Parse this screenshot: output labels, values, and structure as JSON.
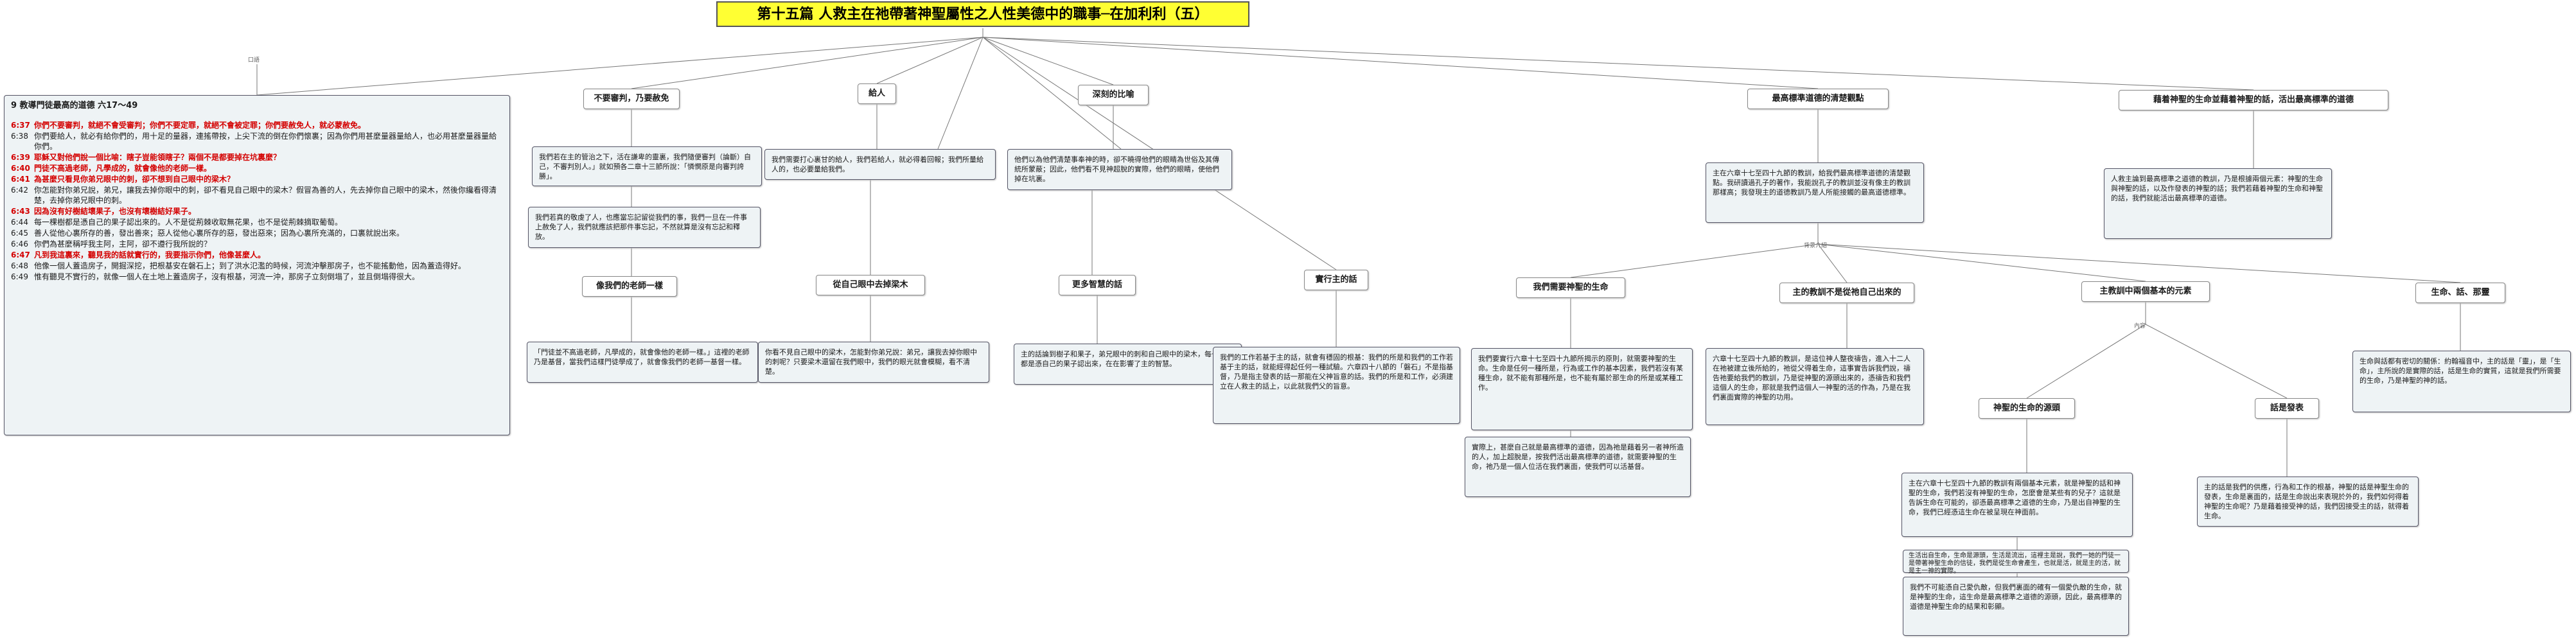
{
  "title": "第十五篇 人救主在祂帶著神聖屬性之人性美德中的職事─在加利利（五）",
  "left_panel": {
    "heading": "9  教導門徒最高的道德  六17～49",
    "lines": [
      {
        "num": "6:37",
        "text": "你們不要審判，就絕不會受審判；你們不要定罪，就絕不會被定罪；你們要赦免人，就必蒙赦免。",
        "style": "red"
      },
      {
        "num": "6:38",
        "text": "你們要給人，就必有給你們的，用十足的量器，連搖帶按，上尖下流的倒在你們懷裏；因為你們用甚麼量器量給人，也必用甚麼量器量給你們。",
        "style": "mixed"
      },
      {
        "num": "6:39",
        "text": "耶穌又對他們說一個比喻：瞎子豈能領瞎子？兩個不是都要掉在坑裏麼？",
        "style": "red"
      },
      {
        "num": "6:40",
        "text": "門徒不高過老師，凡學成的，就會像他的老師一樣。",
        "style": "red"
      },
      {
        "num": "6:41",
        "text": "為甚麼只看見你弟兄眼中的刺，卻不想到自己眼中的梁木？",
        "style": "red"
      },
      {
        "num": "6:42",
        "text": "你怎能對你弟兄說，弟兄，讓我去掉你眼中的刺，卻不看見自己眼中的梁木？假冒為善的人，先去掉你自己眼中的梁木，然後你纔看得清楚，去掉你弟兄眼中的刺。",
        "style": "normal"
      },
      {
        "num": "6:43",
        "text": "因為沒有好樹結壞果子，也沒有壞樹結好果子。",
        "style": "red"
      },
      {
        "num": "6:44",
        "text": "每一棵樹都是憑自己的果子認出來的。人不是從荊棘收取無花果，也不是從荊棘摘取葡萄。",
        "style": "normal"
      },
      {
        "num": "6:45",
        "text": "善人從他心裏所存的善，發出善來；惡人從他心裏所存的惡，發出惡來；因為心裏所充滿的，口裏就說出來。",
        "style": "normal"
      },
      {
        "num": "6:46",
        "text": "你們為甚麼稱呼我主阿，主阿，卻不遵行我所說的？",
        "style": "normal"
      },
      {
        "num": "6:47",
        "text": "凡到我這裏來，聽見我的話就實行的，我要指示你們，他像甚麼人。",
        "style": "red"
      },
      {
        "num": "6:48",
        "text": "他像一個人蓋造房子，開掘深挖，把根基安在磐石上；到了洪水氾濫的時候，河流沖擊那房子，也不能搖動他，因為蓋造得好。",
        "style": "mixed"
      },
      {
        "num": "6:49",
        "text": "惟有聽見不實行的，就像一個人在土地上蓋造房子，沒有根基，河流一沖，那房子立刻倒塌了，並且倒塌得很大。",
        "style": "normal"
      }
    ]
  },
  "headings": {
    "h_judge": "不要審判，乃要赦免",
    "h_give": "給人",
    "h_deep": "深刻的比喻",
    "h_highest": "最高標準道德的清楚觀點",
    "h_live": "藉着神聖的生命並藉着神聖的話，活出最高標準的道德",
    "h_teacher": "像我們的老師一樣",
    "h_beam": "從自己眼中去掉梁木",
    "h_wise": "更多智慧的話",
    "h_do": "實行主的話",
    "h_needlife": "我們需要神聖的生命",
    "h_nofromus": "主的教訓不是從祂自己出來的",
    "h_basic": "主教訓中兩個基本的元素",
    "h_lifeword": "生命、話、那靈",
    "h_source": "神聖的生命的源頭",
    "h_speak": "話是發表"
  },
  "notes": {
    "n_judge_1": "我們若在主的管治之下，活在謙卑的靈裏，我們隨便審判（論斷）自己，不審判別人。」就如預各二章十三節所說：「憐憫原是向審判誇勝」。",
    "n_judge_2": "我們若真的敬虔了人，也應當忘記留從我們的事，我們一旦在一件事上赦免了人，我們就應該把那件事忘記，不然就算是沒有忘記和釋放。",
    "n_give": "我們需要打心裏甘的給人，我們若給人，就必得着回報；我們所量給人的，也必要量給我們。",
    "n_deep": "他們以為他們清楚事奉神的時，卻不曉得他們的眼睛為世俗及其傳統所蒙蔽；因此，他們看不見神超脫的實際，他們的眼睛，使他們掉在坑裏。",
    "n_highest": "主在六章十七至四十九節的教訓，給我們最高標準道德的清楚觀點。我研讀過孔子的著作，我能說孔子的教訓並沒有像主的教訓那樣高；我發現主的道德教訓乃是人所能接觸的最高道德標準。",
    "n_live": "人救主論到最高標準之道德的教訓，乃是根據兩個元素：神聖的生命與神聖的話，以及作發表的神聖的話；我們若藉着神聖的生命和神聖的話，我們就能活出最高標準的道德。",
    "n_teacher": "「門徒並不高過老師，凡學成的，就會像他的老師一樣。」這裡的老師乃是基督，當我們這樣門徒學成了，就會像我們的老師一基督一樣。",
    "n_beam": "你看不見自己眼中的梁木，怎能對你弟兄說：弟兄，讓我去掉你眼中的刺呢？只要梁木還留在我們眼中，我們的眼光就會模糊，看不清楚。",
    "n_wise": "主的話論到樹子和果子，弟兄眼中的刺和自己眼中的梁木，每一棵樹都是憑自己的果子認出來，在在影響了主的智慧。",
    "n_do": "我們的工作若基于主的話，就會有穩固的根基：我們的所是和我們的工作若基于主的話，就能經得起任何一種試驗。六章四十八節的「磐石」不是指基督，乃是指主發表的話一那能在父神旨意的話。我們的所是和工作，必須建立在人救主的話上，以此就我們父的旨意。",
    "n_needlife": "我們要實行六章十七至四十九節所揭示的原則，就需要神聖的生命。生命是任何一種所是，行為或工作的基本因素，我們若沒有某種生命，就不能有那種所是，也不能有屬於那生命的所是或某種工作。",
    "n_needlife_2": "實際上，甚麼自己就是最高標準的道德，因為祂是藉着另一者神所造的人，加上超脫是，按我們活出最高標準的道德，就需要神聖的生命，祂乃是一個人位活在我們裏面，使我們可以活基督。",
    "n_nofromus": "六章十七至四十九節的教訓，是這位神人整夜禱告，進入十二人在祂被建立後所給的，祂從父得着生命，這事實告訴我們說，禱告祂要給我們的教訓，乃是從神聖的源頭出來的，憑禱告和我們這個人的生命，那就是我們這個人一神聖的活的作為，乃是在我們裏面實際的神聖的功用。",
    "n_lifeword": "生命與話都有密切的關係：約翰福音中，主的話是「靈」，是「生命」，主所說的是實際的話，話是生命的實質，這就是我們所需要的生命，乃是神聖的神的話。",
    "n_source": "主在六章十七至四十九節的教訓有兩個基本元素，就是神聖的話和神聖的生命，我們若沒有神聖的生命，怎麼會是某些有的兒子？這就是告訴生命在可能的，卻憑最高標準之道德的生命，乃是出自神聖的生命，我們已經憑這生命在被呈現在神面前。",
    "n_source_2": "生活出自生命，生命是源頭，生活是流出，這裡主是說，我們一她的門徒一是帶著神聖生命的信徒，我們是從生命會產生，也就是活，就是主的活，就是主一神的實際。",
    "n_source_3": "我們不可能憑自己愛仇敵，但我們裏面的確有一個愛仇敵的生命，就是神聖的生命，這生命是最高標準之道德的源頭，因此，最高標準的道德是神聖生命的結果和彰顯。",
    "n_speak": "主的話是我們的供應，行為和工作的根基，神聖的話是神聖生命的發表，生命是裏面的，話是生命說出來表現於外的，我們如何得着神聖的生命呢？乃是藉着接受神的話，我們因接受主的話，就得着生命。"
  },
  "tags": {
    "tag_left": "口語",
    "tag_mid": "背景介紹",
    "tag_right": "內容"
  }
}
